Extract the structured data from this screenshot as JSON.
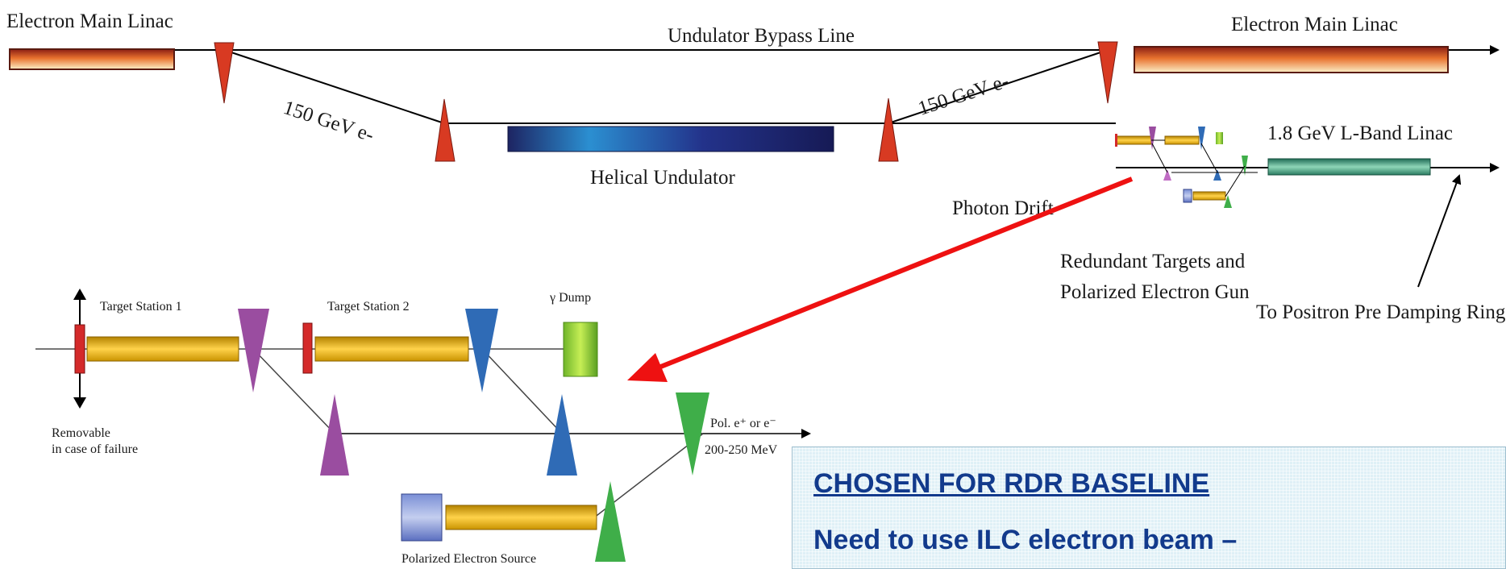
{
  "labels": {
    "electron_main_linac_left": "Electron Main Linac",
    "undulator_bypass_line": "Undulator Bypass Line",
    "electron_main_linac_right": "Electron Main Linac",
    "beam_energy_left": "150 GeV e-",
    "beam_energy_right": "150 GeV e-",
    "helical_undulator": "Helical Undulator",
    "lband_linac": "1.8 GeV L-Band Linac",
    "photon_drift": "Photon Drift",
    "redundant_targets_line1": "Redundant Targets and",
    "redundant_targets_line2": "Polarized Electron Gun",
    "positron_pre_damping_ring": "To Positron Pre Damping Ring"
  },
  "detail": {
    "target_station_1": "Target Station 1",
    "target_station_2": "Target Station 2",
    "gamma_dump": "γ Dump",
    "removable_line1": "Removable",
    "removable_line2": "in case of failure",
    "pol_output": "Pol. e⁺ or e⁻",
    "energy_range": "200-250 MeV",
    "polarized_electron_source": "Polarized Electron Source"
  },
  "note": {
    "title": "CHOSEN FOR RDR BASELINE",
    "body": "Need to use ILC electron beam –"
  },
  "colors": {
    "dipole_red": "#d83a22",
    "arrow_red": "#ee1111",
    "magnet_purple": "#9a4da0",
    "magnet_blue": "#2f6bb6",
    "magnet_green": "#3fae49",
    "target_red": "#d42a2a",
    "note_text": "#123a8c"
  }
}
